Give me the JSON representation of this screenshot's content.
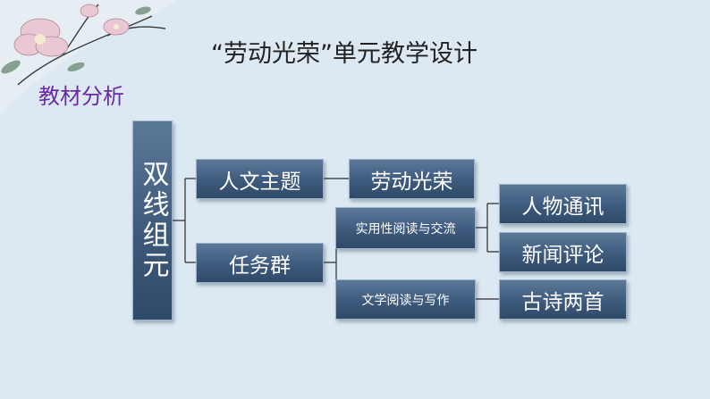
{
  "title": "“劳动光荣”单元教学设计",
  "section": "教材分析",
  "diagram": {
    "root": "双线组元",
    "theme_label": "人文主题",
    "theme_value": "劳动光荣",
    "task_label": "任务群",
    "task_practical": "实用性阅读与交流",
    "task_literary": "文学阅读与写作",
    "practical_items": [
      "人物通讯",
      "新闻评论"
    ],
    "literary_items": [
      "古诗两首"
    ]
  }
}
